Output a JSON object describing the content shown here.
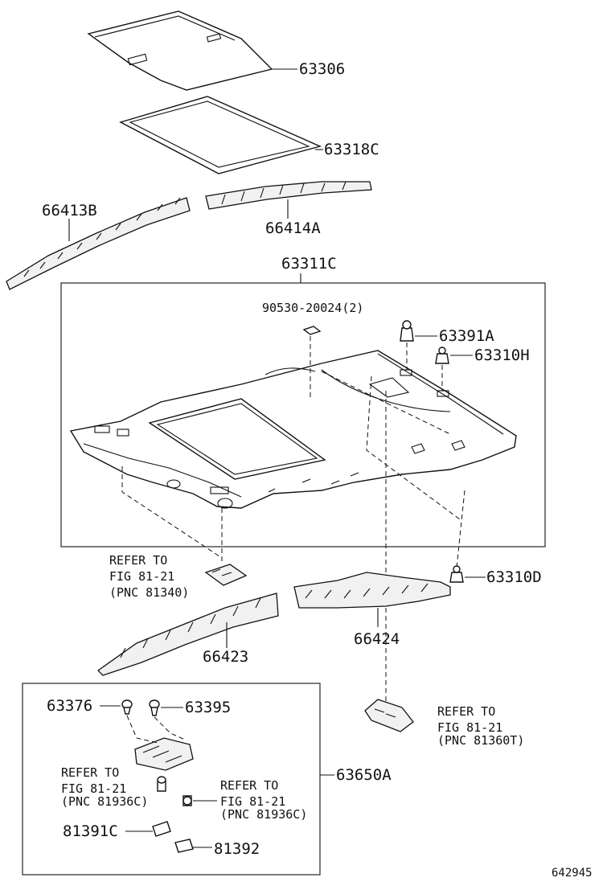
{
  "parts": {
    "p63306": "63306",
    "p63318c": "63318C",
    "p66413b": "66413B",
    "p66414a": "66414A",
    "p63311c": "63311C",
    "p90530": "90530-20024(2)",
    "p63391a": "63391A",
    "p63310h": "63310H",
    "p63310d": "63310D",
    "p66423": "66423",
    "p66424": "66424",
    "p63376": "63376",
    "p63395": "63395",
    "p63650a": "63650A",
    "p81391c": "81391C",
    "p81392": "81392"
  },
  "refs": {
    "r1": {
      "l1": "REFER TO",
      "l2": "FIG 81-21",
      "l3": "(PNC 81340)"
    },
    "r2": {
      "l1": "REFER TO",
      "l2": "FIG 81-21",
      "l3": "(PNC 81360T)"
    },
    "r3": {
      "l1": "REFER TO",
      "l2": "FIG 81-21",
      "l3": "(PNC 81936C)"
    },
    "r4": {
      "l1": "REFER TO",
      "l2": "FIG 81-21",
      "l3": "(PNC 81936C)"
    }
  },
  "diagram_id": "642945"
}
